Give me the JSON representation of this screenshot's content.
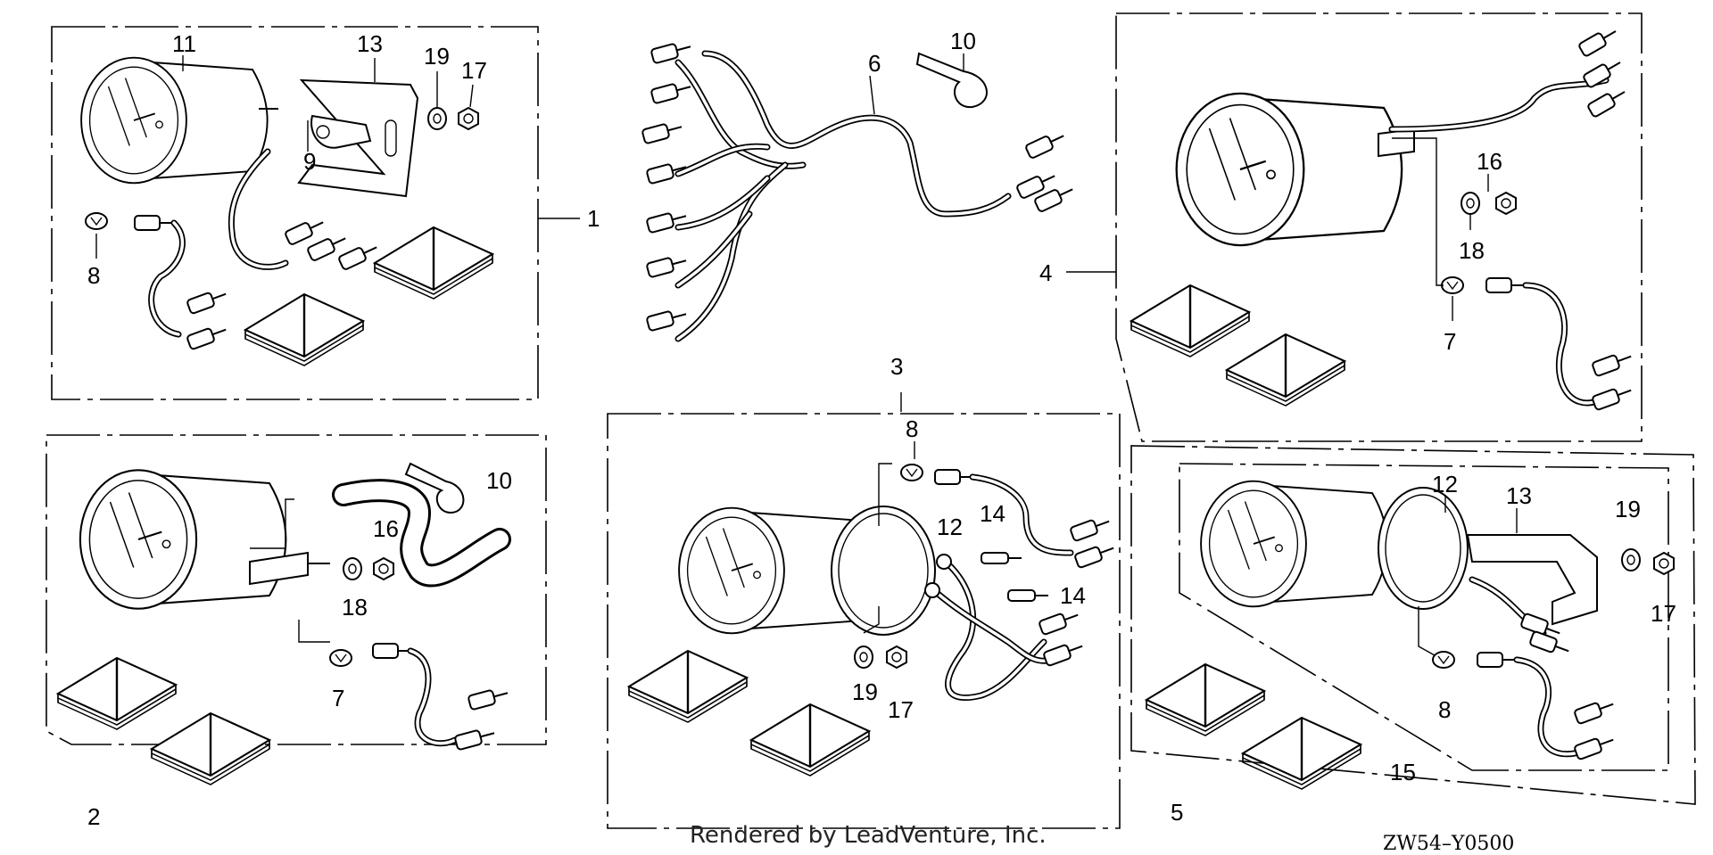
{
  "diagram": {
    "callouts": {
      "n1": "1",
      "n2": "2",
      "n3": "3",
      "n4": "4",
      "n5": "5",
      "n6": "6",
      "n7": "7",
      "n8": "8",
      "n9": "9",
      "n10": "10",
      "n11": "11",
      "n12": "12",
      "n13": "13",
      "n14": "14",
      "n15": "15",
      "n16": "16",
      "n17": "17",
      "n18": "18",
      "n19": "19"
    },
    "footer_credit": "Rendered by LeadVenture, Inc.",
    "diagram_code": "ZW54–Y0500"
  }
}
